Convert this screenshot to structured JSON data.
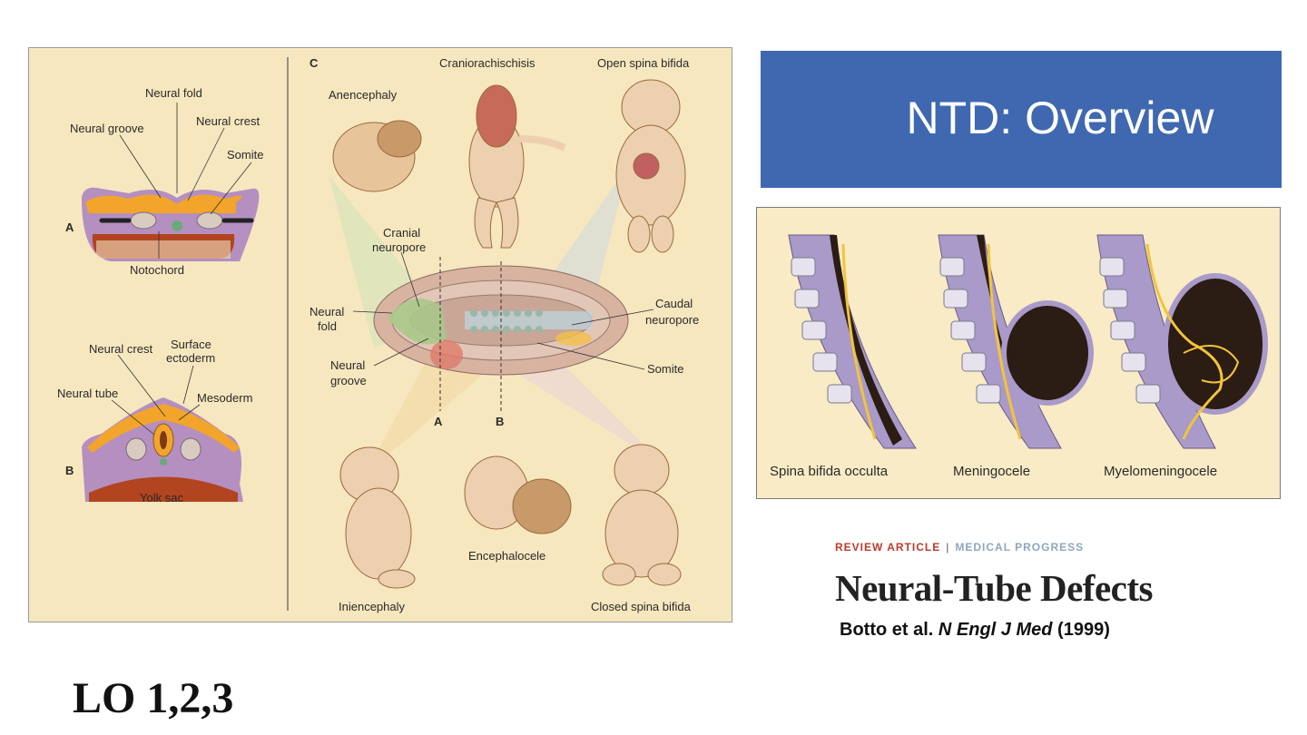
{
  "slide": {
    "title": "NTD: Overview",
    "learning_objectives": "LO 1,2,3"
  },
  "figure_left": {
    "panel_labels": {
      "a": "A",
      "b": "B",
      "c": "C",
      "line_a": "A",
      "line_b": "B"
    },
    "panel_a_labels": {
      "neural_fold": "Neural fold",
      "neural_groove": "Neural groove",
      "neural_crest": "Neural crest",
      "somite": "Somite",
      "notochord": "Notochord"
    },
    "panel_b_labels": {
      "neural_crest": "Neural crest",
      "surface_ectoderm_1": "Surface",
      "surface_ectoderm_2": "ectoderm",
      "neural_tube": "Neural tube",
      "mesoderm": "Mesoderm",
      "yolk_sac": "Yolk sac"
    },
    "panel_c_labels": {
      "craniorachischisis": "Craniorachischisis",
      "open_spina_bifida": "Open spina bifida",
      "anencephaly": "Anencephaly",
      "cranial_neuropore_1": "Cranial",
      "cranial_neuropore_2": "neuropore",
      "neural_fold_1": "Neural",
      "neural_fold_2": "fold",
      "caudal_neuropore_1": "Caudal",
      "caudal_neuropore_2": "neuropore",
      "neural_groove_1": "Neural",
      "neural_groove_2": "groove",
      "somite": "Somite",
      "iniencephaly": "Iniencephaly",
      "encephalocele": "Encephalocele",
      "closed_spina_bifida": "Closed spina bifida"
    },
    "colors": {
      "background": "#f6e7bf",
      "ectoderm": "#f2a52a",
      "mesoderm": "#b48fc0",
      "body": "#e8c49a"
    }
  },
  "figure_right": {
    "captions": [
      "Spina bifida occulta",
      "Meningocele",
      "Myelomeningocele"
    ],
    "colors": {
      "background": "#f8ebc5",
      "vertebra": "#a99ac9",
      "nerve": "#f3c43a",
      "sac": "#2b1c14"
    }
  },
  "article": {
    "kicker_a": "REVIEW ARTICLE",
    "kicker_sep": "|",
    "kicker_b": "MEDICAL PROGRESS",
    "title": "Neural-Tube Defects",
    "citation_authors": "Botto et al.",
    "citation_journal": "N Engl J Med",
    "citation_year": "(1999)"
  },
  "colors": {
    "title_box": "#3f68b0",
    "title_text": "#ffffff",
    "kicker_red": "#c0392b",
    "kicker_blue": "#8fa6bf"
  }
}
